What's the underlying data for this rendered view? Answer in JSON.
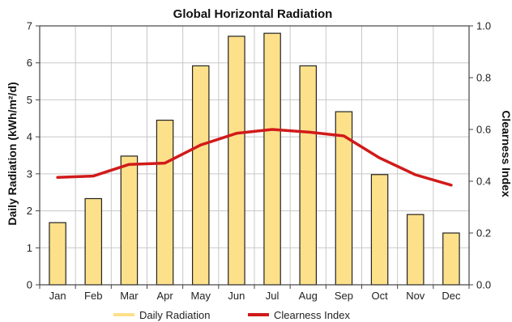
{
  "chart_data": {
    "type": "bar",
    "title": "Global Horizontal Radiation",
    "ylabel": "Daily Radiation (kWh/m²/d)",
    "y2label": "Clearness Index",
    "categories": [
      "Jan",
      "Feb",
      "Mar",
      "Apr",
      "May",
      "Jun",
      "Jul",
      "Aug",
      "Sep",
      "Oct",
      "Nov",
      "Dec"
    ],
    "ylim": [
      0,
      7
    ],
    "y2lim": [
      0,
      1.0
    ],
    "yticks": [
      "0",
      "1",
      "2",
      "3",
      "4",
      "5",
      "6",
      "7"
    ],
    "y2ticks": [
      "0.0",
      "0.2",
      "0.4",
      "0.6",
      "0.8",
      "1.0"
    ],
    "grid": true,
    "legend_position": "bottom",
    "series": [
      {
        "name": "Daily Radiation",
        "type": "bar",
        "axis": "left",
        "color": "#fde08a",
        "values": [
          1.68,
          2.33,
          3.48,
          4.45,
          5.92,
          6.72,
          6.8,
          5.92,
          4.68,
          2.98,
          1.9,
          1.4
        ]
      },
      {
        "name": "Clearness Index",
        "type": "line",
        "axis": "right",
        "color": "#d11a1a",
        "values": [
          0.415,
          0.42,
          0.465,
          0.47,
          0.54,
          0.585,
          0.6,
          0.59,
          0.575,
          0.49,
          0.425,
          0.385
        ]
      }
    ]
  }
}
